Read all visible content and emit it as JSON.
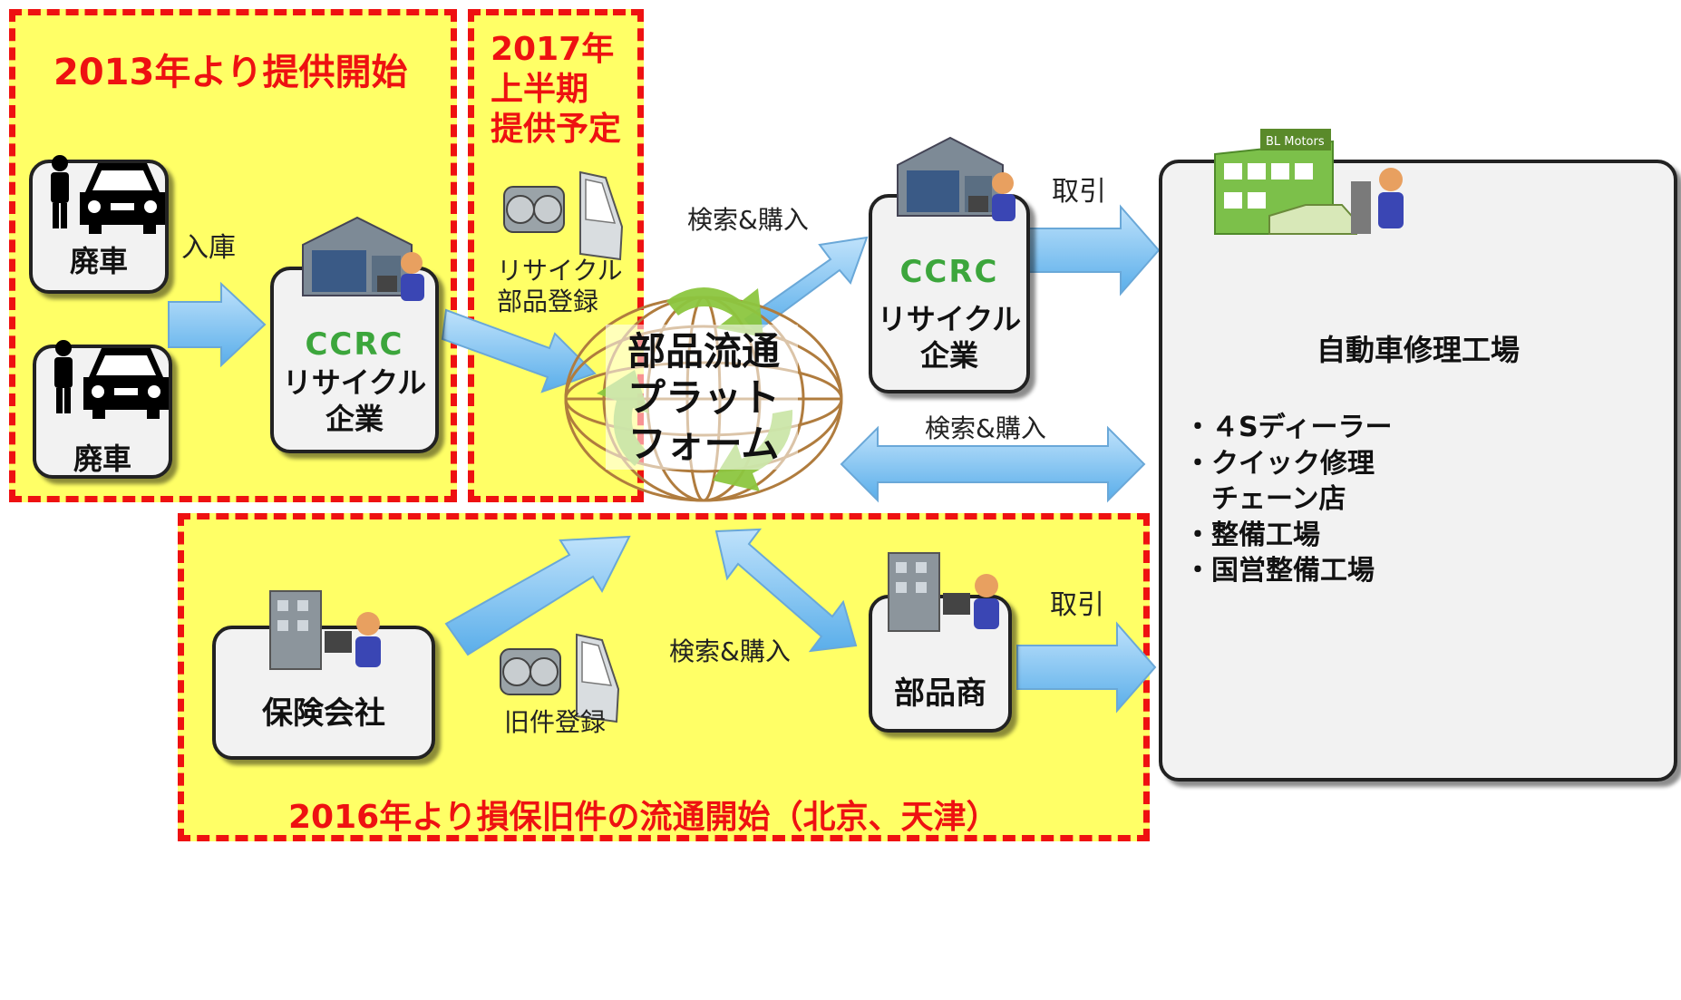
{
  "zones": {
    "left_title": "2013年より提供開始",
    "mid_title": "2017年\n上半期\n提供予定",
    "bottom_title": "2016年より損保旧件の流通開始（北京、天津）"
  },
  "nodes": {
    "haisha_1": "廃車",
    "haisha_2": "廃車",
    "recycle_1": "リサイクル\n企業",
    "recycle_2": "リサイクル\n企業",
    "platform": "部品流通\nプラット\nフォーム",
    "insurance": "保険会社",
    "parts_dealer": "部品商",
    "repair_shop_title": "自動車修理工場",
    "repair_shop_list": [
      "・４Sディーラー",
      "・クイック修理",
      "　チェーン店",
      "・整備工場",
      "・国営整備工場"
    ]
  },
  "logo_text": "CCRC",
  "building_sign": "BL Motors",
  "edges": {
    "nyuko": "入庫",
    "recycle_parts_reg": "リサイクル\n部品登録",
    "search_buy_1": "検索&購入",
    "torihiki_1": "取引",
    "search_buy_2": "検索&購入",
    "search_buy_3": "検索&購入",
    "torihiki_2": "取引",
    "old_parts_reg": "旧件登録"
  },
  "colors": {
    "zone_fill": "#ffff66",
    "zone_border": "#ee1111",
    "arrow_fill": "#7fc0f2",
    "globe": "#b07c3e",
    "recycle_green": "#8cc63f"
  }
}
